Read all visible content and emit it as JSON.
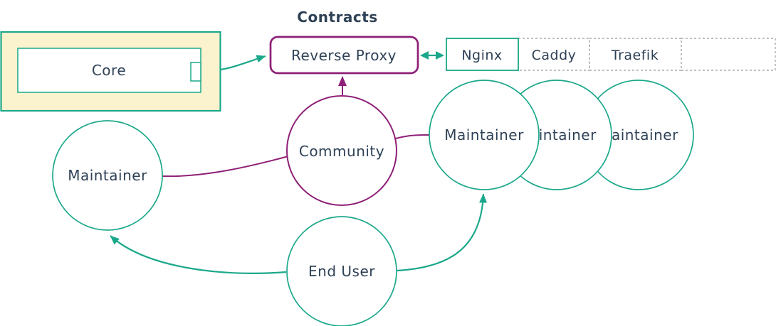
{
  "diagram": {
    "title": "Contracts",
    "colors": {
      "teal": "#1ba88a",
      "purple": "#8e2077",
      "yellow_fill": "#fbf3cd",
      "text": "#2e4156",
      "dashed_border": "#999999",
      "white": "#ffffff"
    },
    "nodes": {
      "core": {
        "label": "Core"
      },
      "reverse_proxy": {
        "label": "Reverse Proxy"
      },
      "community": {
        "label": "Community"
      },
      "maintainer_left": {
        "label": "Maintainer"
      },
      "maintainer_1": {
        "label": "Maintainer"
      },
      "maintainer_2": {
        "label": "Maintainer"
      },
      "maintainer_3": {
        "label": "Maintainer"
      },
      "end_user": {
        "label": "End User"
      }
    },
    "proxy_options": [
      "Nginx",
      "Caddy",
      "Traefik",
      ""
    ],
    "edges": [
      {
        "from": "core",
        "to": "reverse_proxy",
        "style": "teal",
        "arrow": "end"
      },
      {
        "from": "reverse_proxy",
        "to": "nginx",
        "style": "teal",
        "arrow": "both"
      },
      {
        "from": "community",
        "to": "reverse_proxy",
        "style": "purple",
        "arrow": "end"
      },
      {
        "from": "maintainer_left",
        "to": "community",
        "style": "purple",
        "arrow": "none"
      },
      {
        "from": "community",
        "to": "maintainer_1",
        "style": "purple",
        "arrow": "none"
      },
      {
        "from": "end_user",
        "to": "maintainer_left",
        "style": "teal",
        "arrow": "end"
      },
      {
        "from": "end_user",
        "to": "maintainer_1",
        "style": "teal",
        "arrow": "end"
      }
    ]
  }
}
